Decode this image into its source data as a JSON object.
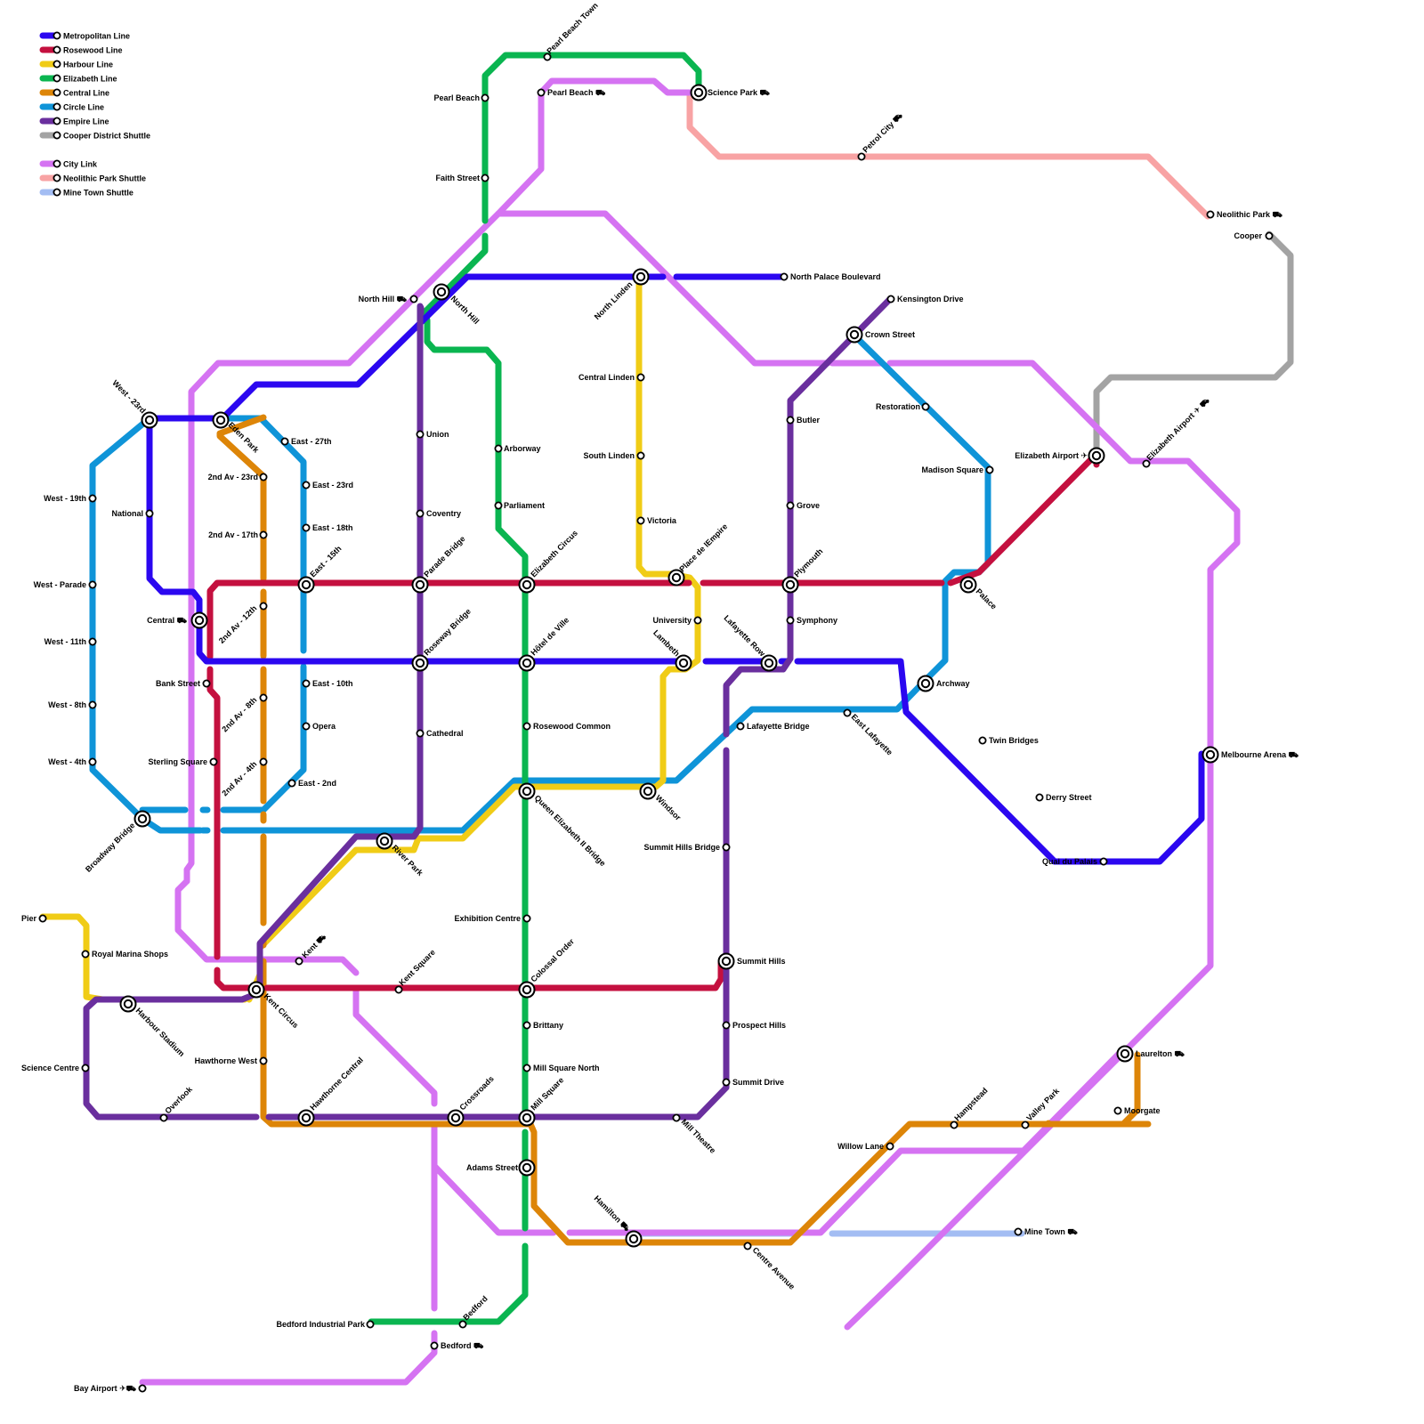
{
  "legend": {
    "groups": [
      [
        {
          "line": "metro",
          "label": "Metropolitan Line"
        },
        {
          "line": "rose",
          "label": "Rosewood Line"
        },
        {
          "line": "harbour",
          "label": "Harbour Line"
        },
        {
          "line": "eliz",
          "label": "Elizabeth Line"
        },
        {
          "line": "central",
          "label": "Central Line"
        },
        {
          "line": "circle",
          "label": "Circle Line"
        },
        {
          "line": "empire",
          "label": "Empire Line"
        },
        {
          "line": "cooper",
          "label": "Cooper District Shuttle"
        }
      ],
      [
        {
          "line": "city",
          "label": "City Link"
        },
        {
          "line": "neo",
          "label": "Neolithic Park Shuttle"
        },
        {
          "line": "mine",
          "label": "Mine Town Shuttle"
        }
      ]
    ]
  },
  "lines": {
    "metro": {
      "name": "Metropolitan Line",
      "color": "#2b07f0"
    },
    "rose": {
      "name": "Rosewood Line",
      "color": "#c4103f"
    },
    "harbour": {
      "name": "Harbour Line",
      "color": "#f0cc16"
    },
    "eliz": {
      "name": "Elizabeth Line",
      "color": "#0ab550"
    },
    "central": {
      "name": "Central Line",
      "color": "#dd8508"
    },
    "circle": {
      "name": "Circle Line",
      "color": "#0f94d8"
    },
    "empire": {
      "name": "Empire Line",
      "color": "#6a2f9e"
    },
    "cooper": {
      "name": "Cooper District Shuttle",
      "color": "#a3a3a3"
    },
    "city": {
      "name": "City Link",
      "color": "#d573f2"
    },
    "neo": {
      "name": "Neolithic Park Shuttle",
      "color": "#f8a3a4"
    },
    "mine": {
      "name": "Mine Town Shuttle",
      "color": "#a3bdf3"
    }
  },
  "stations": [
    {
      "name": "Pearl Beach Town",
      "type": "stop"
    },
    {
      "name": "Pearl Beach",
      "type": "stop"
    },
    {
      "name": "Pearl Beach ⛟",
      "type": "stop"
    },
    {
      "name": "Science Park ⛟",
      "type": "interchange"
    },
    {
      "name": "Faith Street",
      "type": "stop"
    },
    {
      "name": "Petrol City ⛟",
      "type": "stop"
    },
    {
      "name": "Neolithic Park ⛟",
      "type": "stop"
    },
    {
      "name": "Cooper",
      "type": "stop"
    },
    {
      "name": "North Hill ⛟",
      "type": "stop"
    },
    {
      "name": "North Hill",
      "type": "interchange"
    },
    {
      "name": "North Linden",
      "type": "interchange"
    },
    {
      "name": "North Palace Boulevard",
      "type": "stop"
    },
    {
      "name": "Kensington Drive",
      "type": "stop"
    },
    {
      "name": "Crown Street",
      "type": "interchange"
    },
    {
      "name": "Central Linden",
      "type": "stop"
    },
    {
      "name": "Restoration",
      "type": "stop"
    },
    {
      "name": "Butler",
      "type": "stop"
    },
    {
      "name": "Union",
      "type": "stop"
    },
    {
      "name": "West - 23rd",
      "type": "interchange"
    },
    {
      "name": "Eden Park",
      "type": "interchange"
    },
    {
      "name": "East - 27th",
      "type": "stop"
    },
    {
      "name": "Arborway",
      "type": "stop"
    },
    {
      "name": "South Linden",
      "type": "stop"
    },
    {
      "name": "Elizabeth Airport ✈",
      "type": "interchange"
    },
    {
      "name": "Elizabeth Airport ✈ ⛟",
      "type": "stop"
    },
    {
      "name": "Madison Square",
      "type": "stop"
    },
    {
      "name": "2nd Av - 23rd",
      "type": "stop"
    },
    {
      "name": "East - 23rd",
      "type": "stop"
    },
    {
      "name": "West - 19th",
      "type": "stop"
    },
    {
      "name": "National",
      "type": "stop"
    },
    {
      "name": "Coventry",
      "type": "stop"
    },
    {
      "name": "Parliament",
      "type": "stop"
    },
    {
      "name": "Grove",
      "type": "stop"
    },
    {
      "name": "Victoria",
      "type": "stop"
    },
    {
      "name": "2nd Av - 17th",
      "type": "stop"
    },
    {
      "name": "East - 18th",
      "type": "stop"
    },
    {
      "name": "Place de lEmpire",
      "type": "interchange"
    },
    {
      "name": "West - Parade",
      "type": "stop"
    },
    {
      "name": "East - 15th",
      "type": "interchange"
    },
    {
      "name": "Parade Bridge",
      "type": "interchange"
    },
    {
      "name": "Elizabeth Circus",
      "type": "interchange"
    },
    {
      "name": "Plymouth",
      "type": "interchange"
    },
    {
      "name": "Palace",
      "type": "interchange"
    },
    {
      "name": "2nd Av - 12th",
      "type": "stop"
    },
    {
      "name": "Central ⛟",
      "type": "interchange"
    },
    {
      "name": "University",
      "type": "stop"
    },
    {
      "name": "Symphony",
      "type": "stop"
    },
    {
      "name": "West - 11th",
      "type": "stop"
    },
    {
      "name": "Roseway Bridge",
      "type": "interchange"
    },
    {
      "name": "Hôtel de Ville",
      "type": "interchange"
    },
    {
      "name": "Lambeth",
      "type": "interchange"
    },
    {
      "name": "Lafayette Row",
      "type": "interchange"
    },
    {
      "name": "Bank Street",
      "type": "stop"
    },
    {
      "name": "East - 10th",
      "type": "stop"
    },
    {
      "name": "Archway",
      "type": "interchange"
    },
    {
      "name": "West - 8th",
      "type": "stop"
    },
    {
      "name": "2nd Av - 8th",
      "type": "stop"
    },
    {
      "name": "East Lafayette",
      "type": "stop"
    },
    {
      "name": "Opera",
      "type": "stop"
    },
    {
      "name": "Rosewood Common",
      "type": "stop"
    },
    {
      "name": "Lafayette Bridge",
      "type": "stop"
    },
    {
      "name": "Cathedral",
      "type": "stop"
    },
    {
      "name": "Twin Bridges",
      "type": "stop"
    },
    {
      "name": "Melbourne Arena ⛟",
      "type": "interchange"
    },
    {
      "name": "West - 4th",
      "type": "stop"
    },
    {
      "name": "Sterling Square",
      "type": "stop"
    },
    {
      "name": "2nd Av - 4th",
      "type": "stop"
    },
    {
      "name": "East - 2nd",
      "type": "stop"
    },
    {
      "name": "Queen Elizabeth II Bridge",
      "type": "interchange"
    },
    {
      "name": "Windsor",
      "type": "interchange"
    },
    {
      "name": "Derry Street",
      "type": "stop"
    },
    {
      "name": "Broadway Bridge",
      "type": "interchange"
    },
    {
      "name": "River Park",
      "type": "interchange"
    },
    {
      "name": "Summit Hills Bridge",
      "type": "stop"
    },
    {
      "name": "Quai du Palais",
      "type": "stop"
    },
    {
      "name": "Pier",
      "type": "stop"
    },
    {
      "name": "Exhibition Centre",
      "type": "stop"
    },
    {
      "name": "Kent ⛟",
      "type": "stop"
    },
    {
      "name": "Royal Marina Shops",
      "type": "stop"
    },
    {
      "name": "Summit Hills",
      "type": "interchange"
    },
    {
      "name": "Kent Square",
      "type": "stop"
    },
    {
      "name": "Colossal Order",
      "type": "interchange"
    },
    {
      "name": "Harbour Stadium",
      "type": "interchange"
    },
    {
      "name": "Kent Circus",
      "type": "interchange"
    },
    {
      "name": "Brittany",
      "type": "stop"
    },
    {
      "name": "Prospect Hills",
      "type": "stop"
    },
    {
      "name": "Laurelton ⛟",
      "type": "interchange"
    },
    {
      "name": "Hawthorne West",
      "type": "stop"
    },
    {
      "name": "Science Centre",
      "type": "stop"
    },
    {
      "name": "Mill Square North",
      "type": "stop"
    },
    {
      "name": "Summit Drive",
      "type": "stop"
    },
    {
      "name": "Overlook",
      "type": "stop"
    },
    {
      "name": "Hawthorne Central",
      "type": "interchange"
    },
    {
      "name": "Crossroads",
      "type": "interchange"
    },
    {
      "name": "Mill Square",
      "type": "interchange"
    },
    {
      "name": "Mill Theatre",
      "type": "stop"
    },
    {
      "name": "Moorgate",
      "type": "stop"
    },
    {
      "name": "Hampstead",
      "type": "stop"
    },
    {
      "name": "Valley Park",
      "type": "stop"
    },
    {
      "name": "Willow Lane",
      "type": "stop"
    },
    {
      "name": "Adams Street",
      "type": "interchange"
    },
    {
      "name": "Hamilton ⛟",
      "type": "interchange"
    },
    {
      "name": "Mine Town ⛟",
      "type": "stop"
    },
    {
      "name": "Centre Avenue",
      "type": "stop"
    },
    {
      "name": "Bedford Industrial Park",
      "type": "stop"
    },
    {
      "name": "Bedford",
      "type": "stop"
    },
    {
      "name": "Bedford ⛟",
      "type": "stop"
    },
    {
      "name": "Bay Airport ✈⛟",
      "type": "stop"
    }
  ]
}
